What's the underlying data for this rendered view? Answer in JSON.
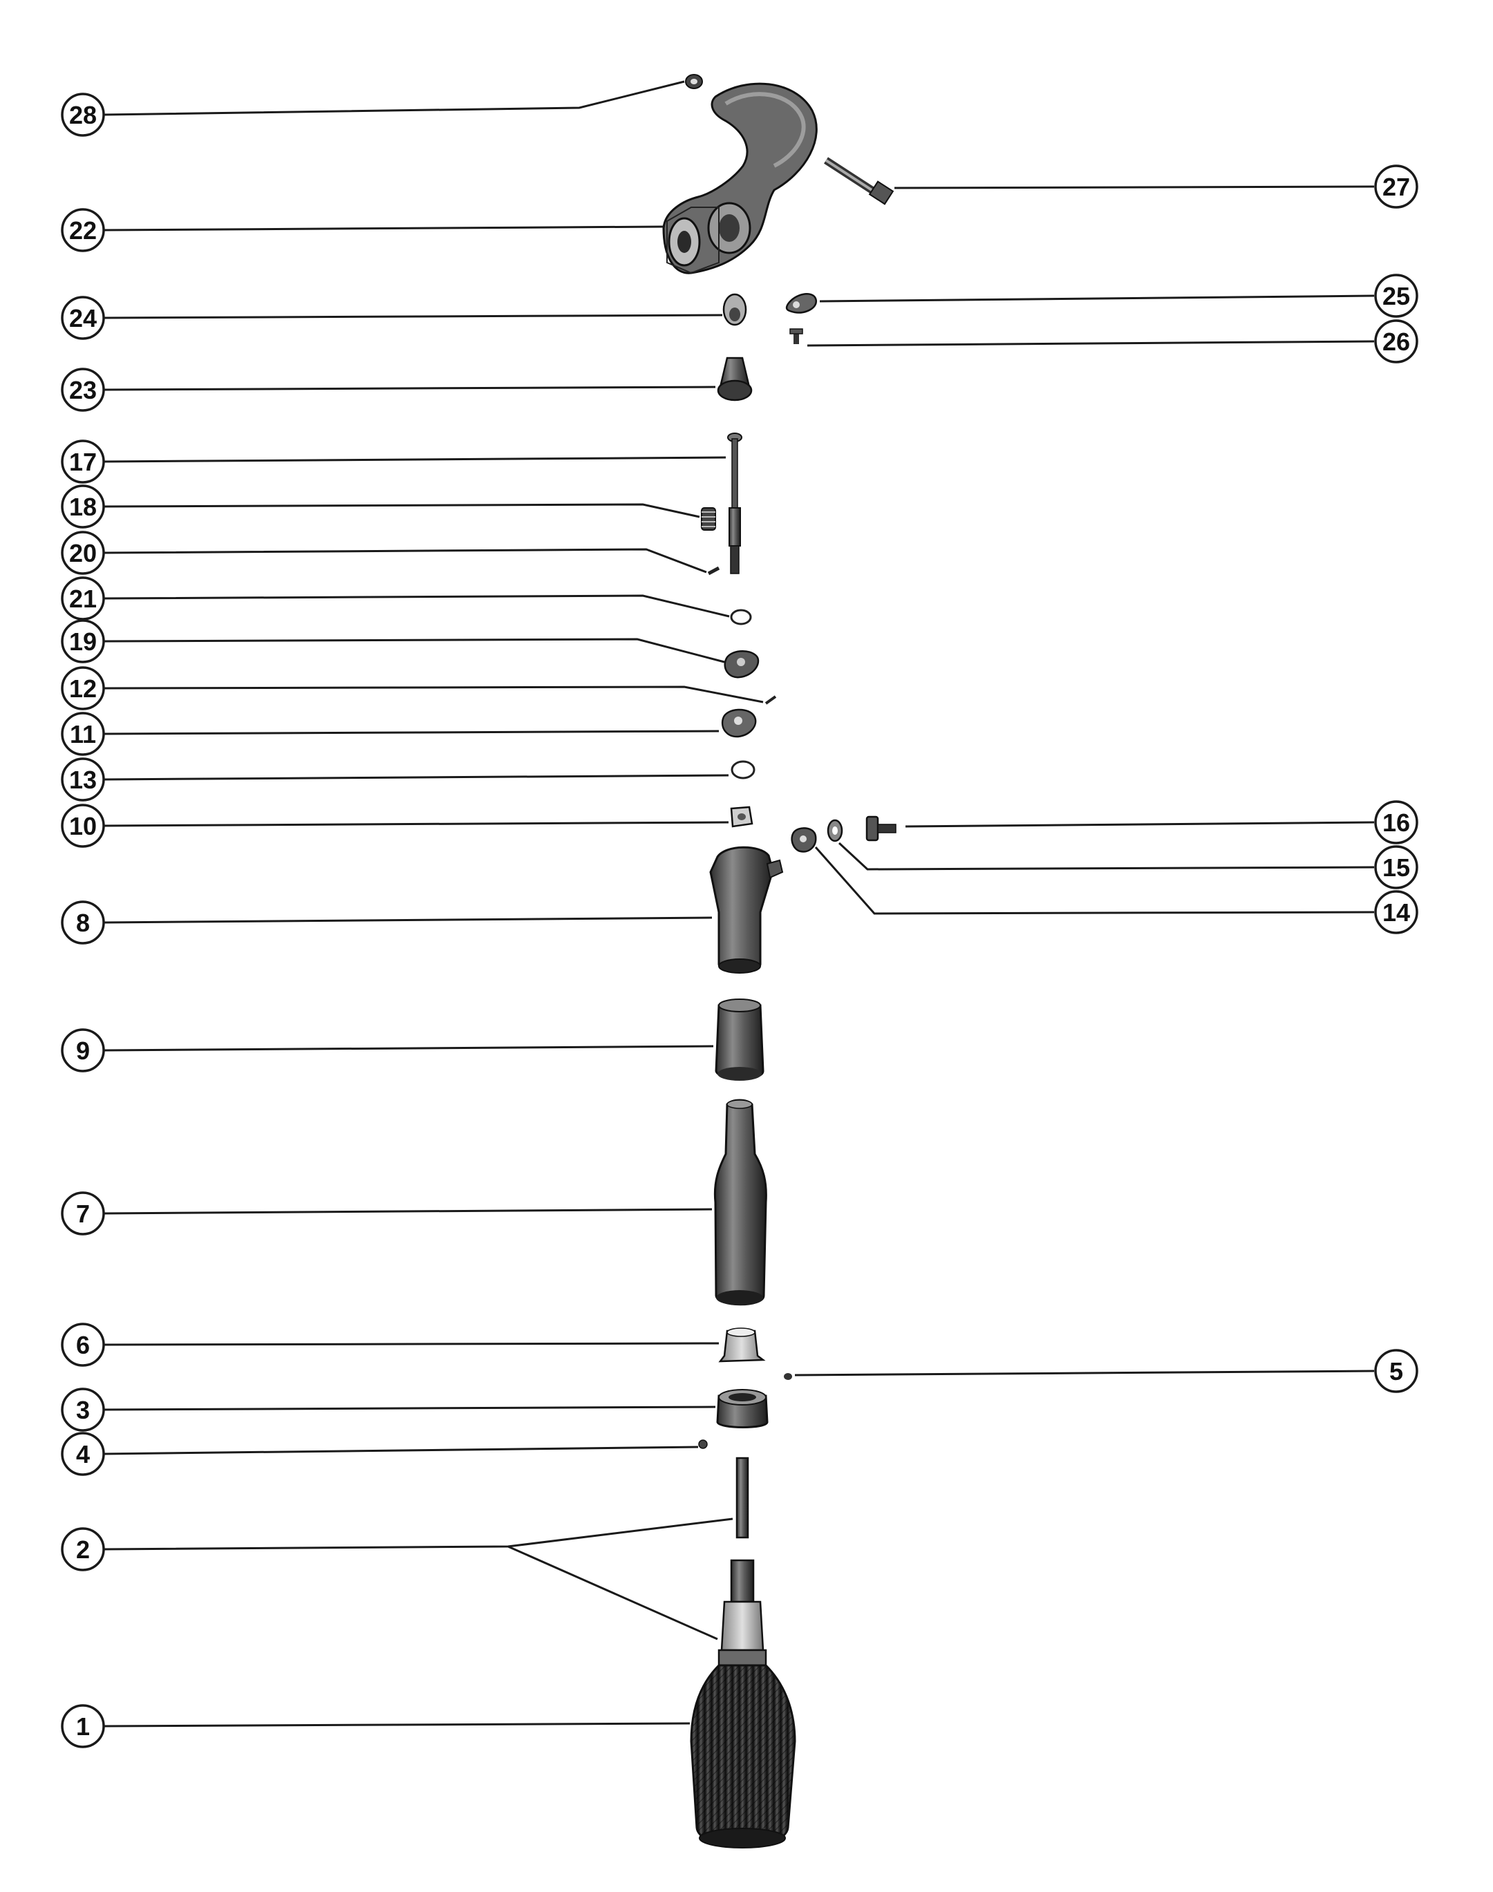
{
  "diagram": {
    "callouts": [
      "28",
      "22",
      "24",
      "23",
      "17",
      "18",
      "20",
      "21",
      "19",
      "12",
      "11",
      "13",
      "10",
      "8",
      "9",
      "7",
      "6",
      "3",
      "4",
      "2",
      "1",
      "27",
      "25",
      "26",
      "16",
      "15",
      "14",
      "5"
    ]
  },
  "colors": {
    "ink": "#1a1a1a",
    "paper": "#ffffff",
    "part_dark": "#3a3a3a",
    "part_mid": "#7a7a7a",
    "part_light": "#c8c8c8"
  }
}
